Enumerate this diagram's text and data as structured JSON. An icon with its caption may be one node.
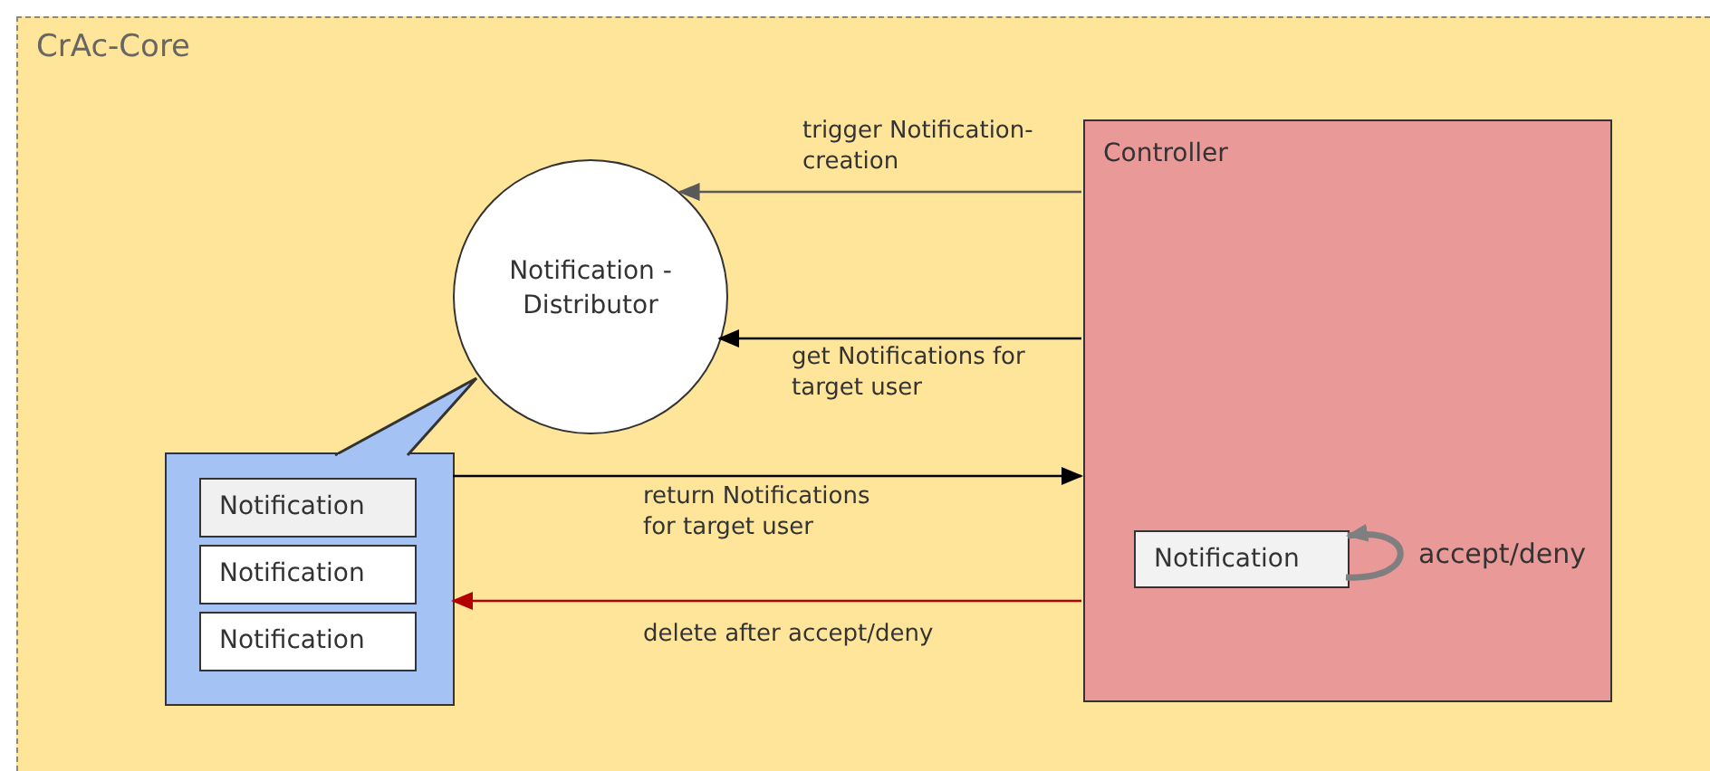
{
  "diagram": {
    "nodes": [
      {
        "text": [
          "CrAc-Core"
        ]
      },
      {
        "text": [
          "Notification -Distributor"
        ],
        "in": 0
      },
      {
        "text": [],
        "shape": "box",
        "in": 0
      },
      {
        "text": [
          "Notification"
        ],
        "in": 2
      },
      {
        "text": [
          "Notification"
        ],
        "in": 2
      },
      {
        "text": [
          "Notification"
        ],
        "in": 2
      },
      {
        "text": [
          "Controller"
        ],
        "in": 0
      },
      {
        "text": [
          "Notification"
        ],
        "in": 6
      }
    ],
    "edges": [
      {
        "from": 6,
        "to": 1,
        "arrow": "to",
        "label": "trigger Notification-creation",
        "color": "#595959"
      },
      {
        "from": 6,
        "to": 1,
        "arrow": "to",
        "label": "get Notifications for target user"
      },
      {
        "from": 2,
        "to": 6,
        "arrow": "to",
        "label": "return Notifications for target user"
      },
      {
        "from": 6,
        "to": 2,
        "arrow": "to",
        "label": "delete after accept/deny",
        "color": "#b00000"
      },
      {
        "from": 7,
        "to": 7,
        "arrow": "to",
        "label": "accept/deny",
        "style": "thick",
        "color": "#7f7f7f"
      }
    ]
  }
}
